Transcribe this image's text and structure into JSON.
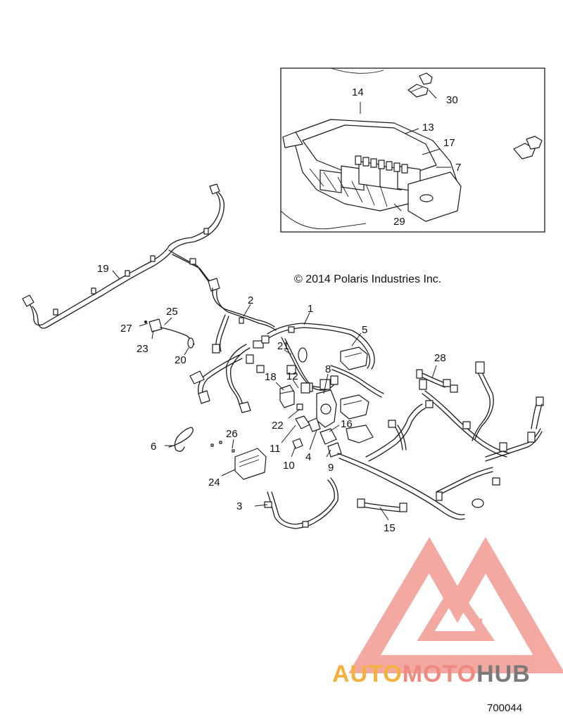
{
  "copyright": "© 2014 Polaris Industries Inc.",
  "diagram_id": "700044",
  "watermark": {
    "brand_part1": "AUTO",
    "brand_part2": "MOTO",
    "brand_part3": "HUB",
    "color_primary": "#f08a80",
    "color_accent": "#f5b13d",
    "color_dark": "#7a7a7a"
  },
  "callouts": {
    "c1": "1",
    "c2": "2",
    "c3": "3",
    "c4": "4",
    "c5": "5",
    "c6": "6",
    "c7": "7",
    "c8": "8",
    "c9": "9",
    "c10": "10",
    "c11": "11",
    "c12": "12",
    "c13": "13",
    "c14": "14",
    "c15": "15",
    "c16": "16",
    "c17": "17",
    "c18": "18",
    "c19": "19",
    "c20": "20",
    "c21": "21",
    "c22": "22",
    "c23": "23",
    "c24": "24",
    "c25": "25",
    "c26": "26",
    "c27": "27",
    "c28": "28",
    "c29": "29",
    "c30": "30"
  }
}
